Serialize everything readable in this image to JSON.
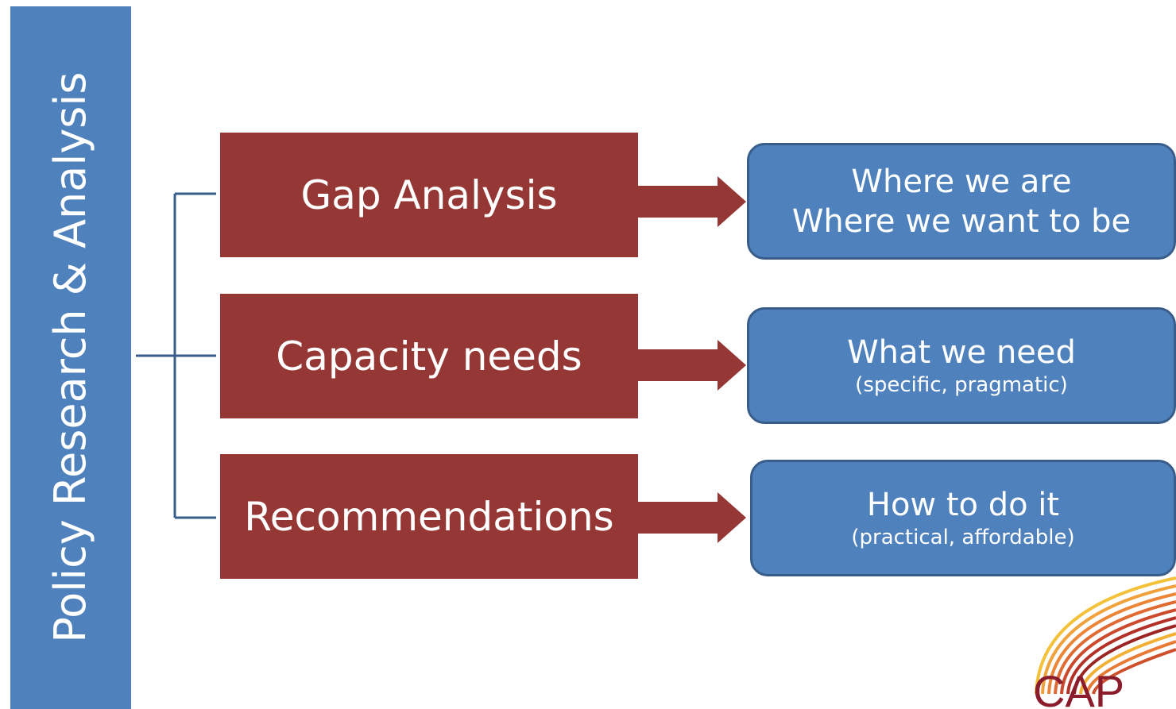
{
  "sidebar": {
    "title": "Policy Research & Analysis"
  },
  "rows": [
    {
      "label": "Gap Analysis",
      "outcome": {
        "line1": "Where we are",
        "line2": "Where we want to be"
      }
    },
    {
      "label": "Capacity needs",
      "outcome": {
        "line1": "What we need",
        "note": "(specific, pragmatic)"
      }
    },
    {
      "label": "Recommendations",
      "outcome": {
        "line1": "How to do it",
        "note": "(practical, affordable)"
      }
    }
  ],
  "colors": {
    "sidebar": "#4f81bd",
    "red_box": "#953735",
    "blue_box": "#4f81bd",
    "blue_border": "#385d8a",
    "connector": "#385d8a"
  },
  "logo": {
    "text": "CAP",
    "icon": "logo-rainbow-arcs"
  }
}
